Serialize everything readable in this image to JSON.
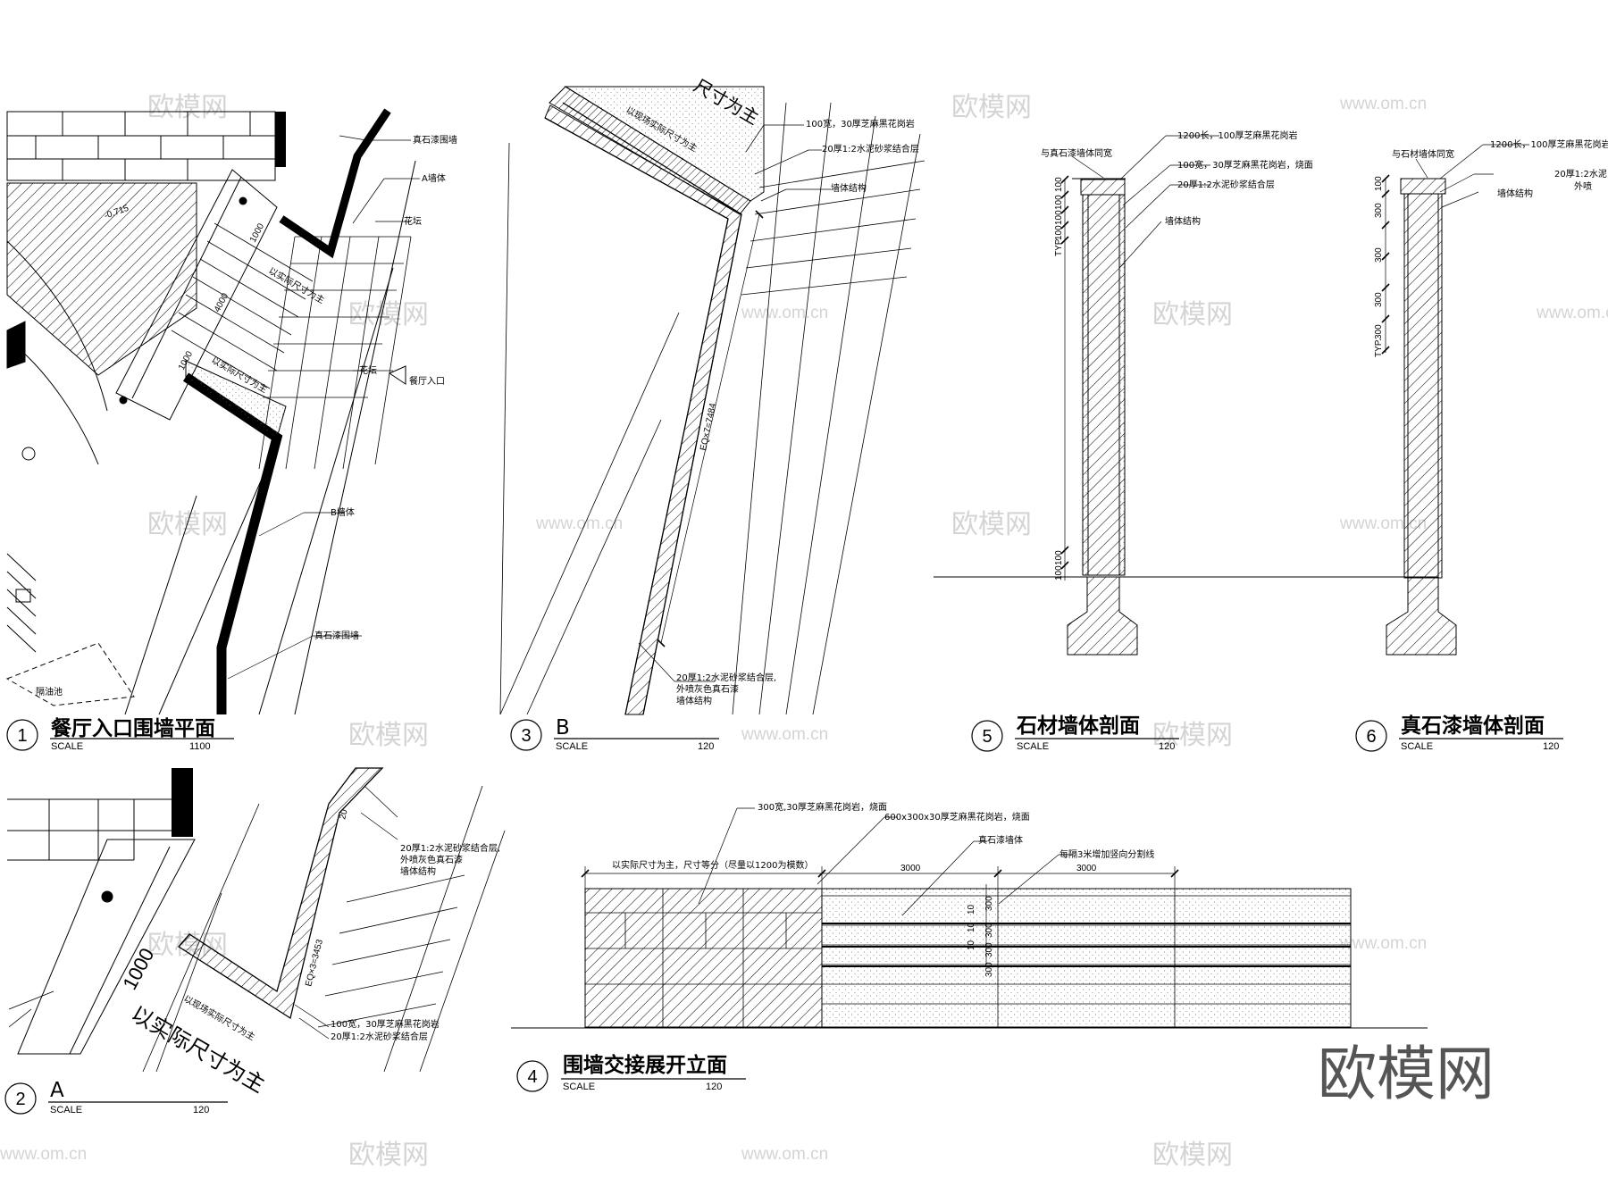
{
  "drawings": {
    "d1": {
      "number": "1",
      "title": "餐厅入口围墙平面",
      "scale_label": "SCALE",
      "scale_value": "1100"
    },
    "d2": {
      "number": "2",
      "title": "A",
      "scale_label": "SCALE",
      "scale_value": "120"
    },
    "d3": {
      "number": "3",
      "title": "B",
      "scale_label": "SCALE",
      "scale_value": "120"
    },
    "d4": {
      "number": "4",
      "title": "围墙交接展开立面",
      "scale_label": "SCALE",
      "scale_value": "120"
    },
    "d5": {
      "number": "5",
      "title": "石材墙体剖面",
      "scale_label": "SCALE",
      "scale_value": "120"
    },
    "d6": {
      "number": "6",
      "title": "真石漆墙体剖面",
      "scale_label": "SCALE",
      "scale_value": "120"
    }
  },
  "plan": {
    "labels": [
      "真石漆围墙",
      "A墙体",
      "花坛",
      "花坛",
      "餐厅入口",
      "B墙体",
      "真石漆围墙",
      "隔油池"
    ],
    "dims": [
      "1000",
      "4000",
      "1000",
      "-0.715"
    ],
    "notes": [
      "以实际尺寸为主",
      "以实际尺寸为主"
    ]
  },
  "detail_a": {
    "labels": [
      "20厚1:2水泥砂浆结合层,",
      "外喷灰色真石漆",
      "墙体结构",
      "100宽，30厚芝麻黑花岗岩",
      "20厚1:2水泥砂浆结合层"
    ],
    "dims": [
      "1000",
      "EQ×3=3453",
      "20"
    ],
    "notes": [
      "以实际尺寸为主",
      "以现场实际尺寸为主"
    ]
  },
  "detail_b": {
    "labels": [
      "100宽，30厚芝麻黑花岗岩",
      "20厚1:2水泥砂浆结合层",
      "墙体结构",
      "20厚1:2水泥砂浆结合层,",
      "外喷灰色真石漆",
      "墙体结构"
    ],
    "dims": [
      "EQ×7=7484"
    ],
    "notes": [
      "以现场实际尺寸为主",
      "尺寸为主"
    ]
  },
  "elevation": {
    "labels": [
      "300宽,30厚芝麻黑花岗岩，烧面",
      "600x300x30厚芝麻黑花岗岩，烧面",
      "真石漆墙体",
      "每隔3米增加竖向分割线"
    ],
    "note": "以实际尺寸为主，尺寸等分（尽量以1200为模数）",
    "dims": [
      "3000",
      "3000",
      "300",
      "300",
      "300",
      "300",
      "10",
      "10",
      "10"
    ]
  },
  "section5": {
    "labels": [
      "1200长，100厚芝麻黑花岗岩",
      "与真石漆墙体同宽",
      "100宽，30厚芝麻黑花岗岩，烧面",
      "20厚1:2水泥砂浆结合层",
      "墙体结构"
    ],
    "dims": [
      "100",
      "100",
      "100",
      "100",
      "TYP.",
      "100",
      "100"
    ]
  },
  "section6": {
    "labels": [
      "1200长，100厚芝麻黑花岗岩",
      "与石材墙体同宽",
      "20厚1:2水泥",
      "外喷",
      "墙体结构"
    ],
    "dims": [
      "100",
      "300",
      "300",
      "300",
      "300",
      "TYP."
    ]
  },
  "watermark": {
    "logo": "欧模网",
    "url": "www.om.cn",
    "url2": "www.om.cn",
    "big": "欧模网"
  }
}
